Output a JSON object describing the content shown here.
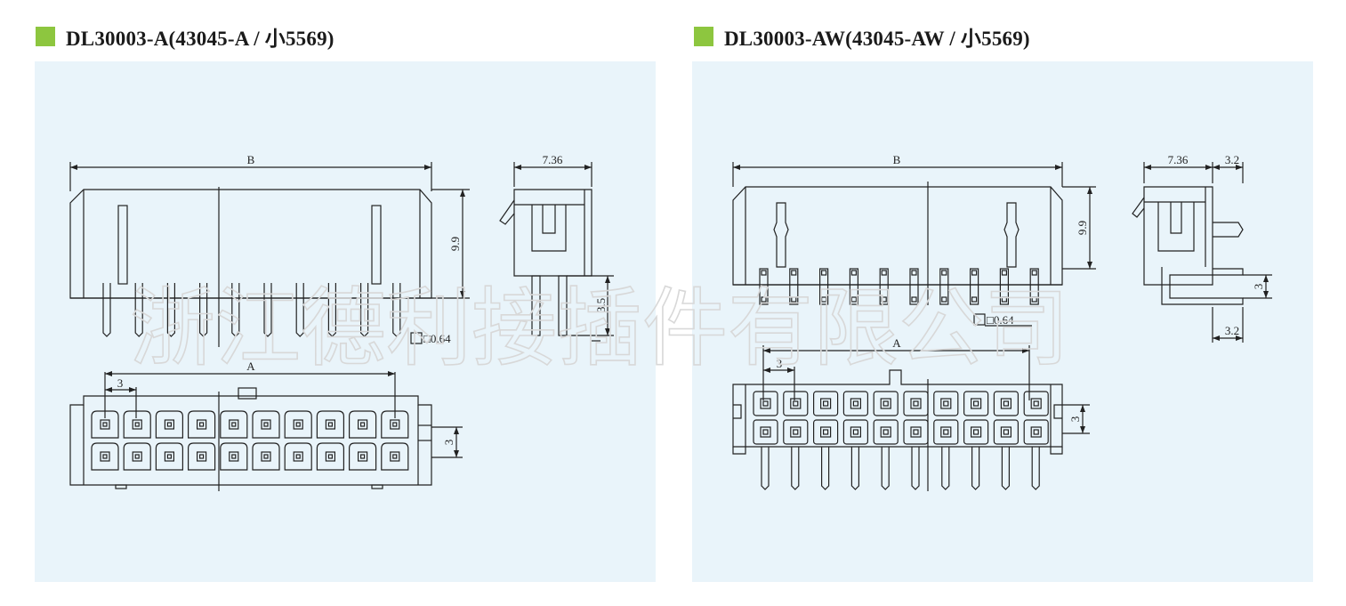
{
  "colors": {
    "accent": "#8dc63f",
    "panel_bg": "#e9f4fa",
    "line": "#222222",
    "watermark": "#d8d8d8"
  },
  "left": {
    "title": "DL30003-A(43045-A / 小5569)",
    "labels": {
      "B": "B",
      "A": "A",
      "h": "9.9",
      "w": "7.36",
      "pin": "3.5",
      "sq": "□0.64",
      "pitch": "3",
      "row": "3"
    }
  },
  "right": {
    "title": "DL30003-AW(43045-AW / 小5569)",
    "labels": {
      "B": "B",
      "A": "A",
      "h": "9.9",
      "w": "7.36",
      "w2": "3.2",
      "sq": "□0.64",
      "pitch": "3",
      "row": "3",
      "side3": "3",
      "side32": "3.2"
    }
  },
  "watermark": "浙江德利接插件有限公司"
}
